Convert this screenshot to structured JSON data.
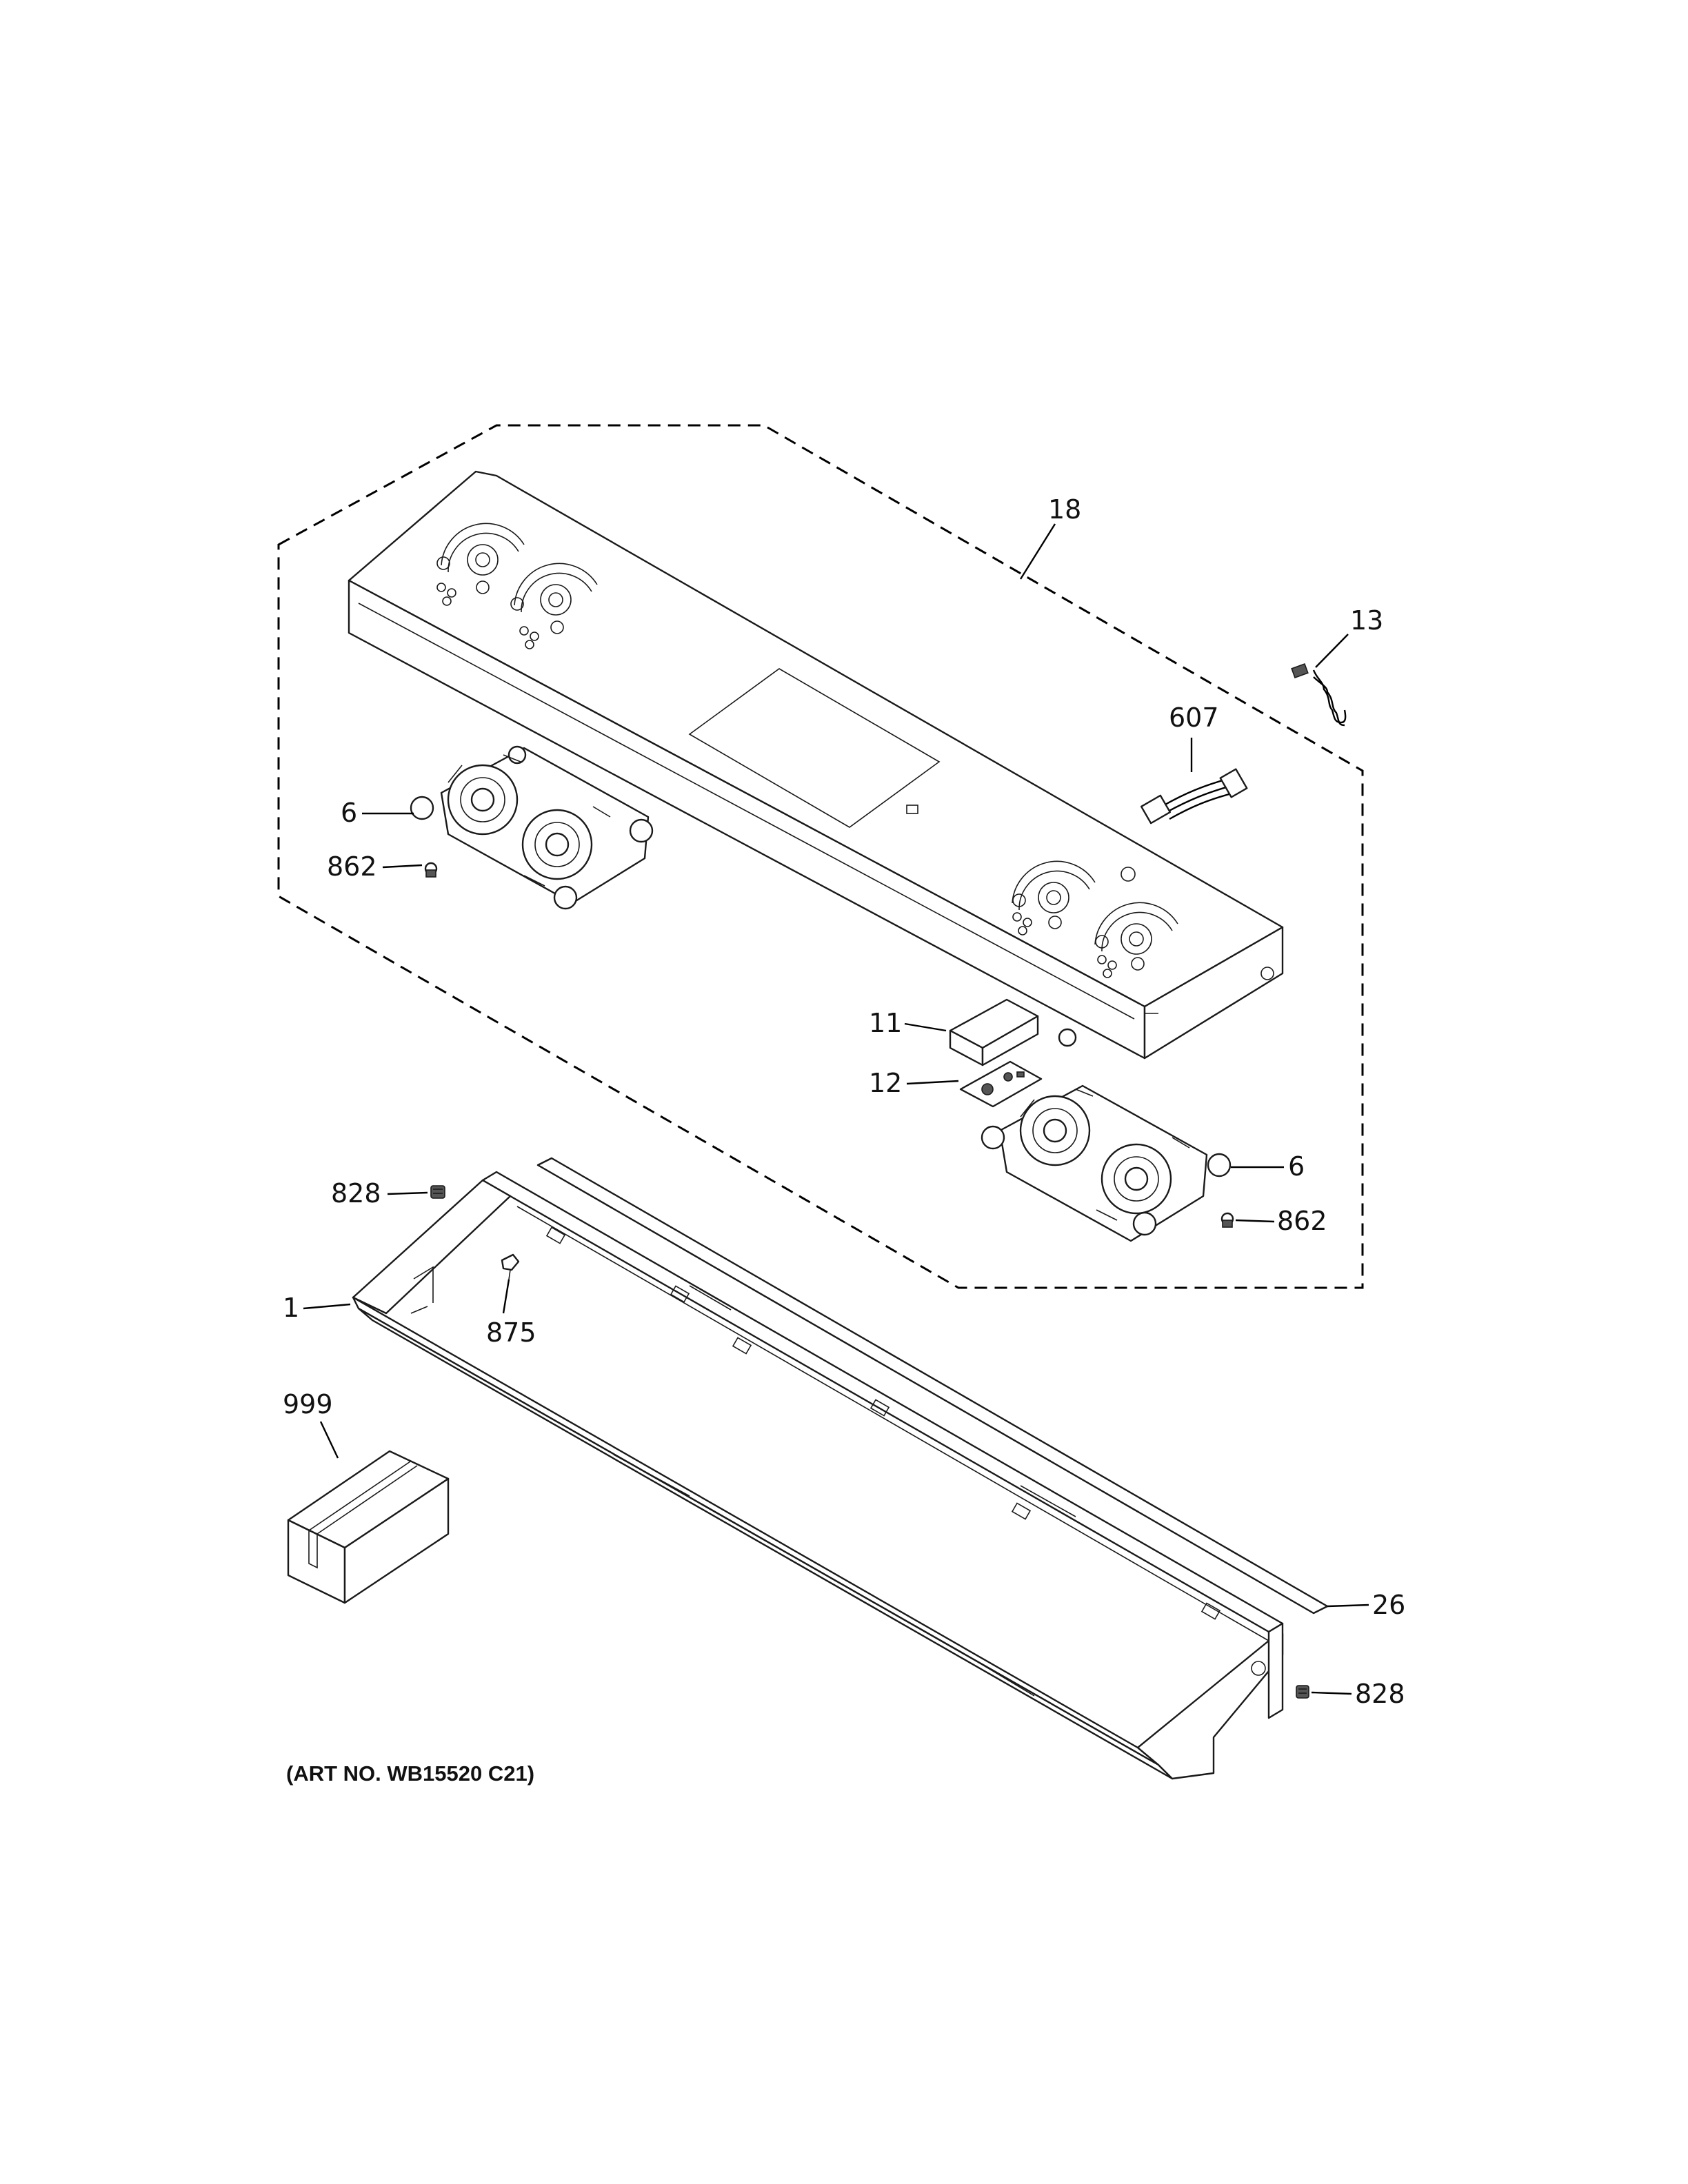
{
  "callouts": {
    "c18": "18",
    "c13": "13",
    "c607": "607",
    "c6a": "6",
    "c862a": "862",
    "c11": "11",
    "c12": "12",
    "c6b": "6",
    "c862b": "862",
    "c828a": "828",
    "c1": "1",
    "c875": "875",
    "c999": "999",
    "c26": "26",
    "c828b": "828"
  },
  "art_number": "(ART NO. WB15520 C21)"
}
